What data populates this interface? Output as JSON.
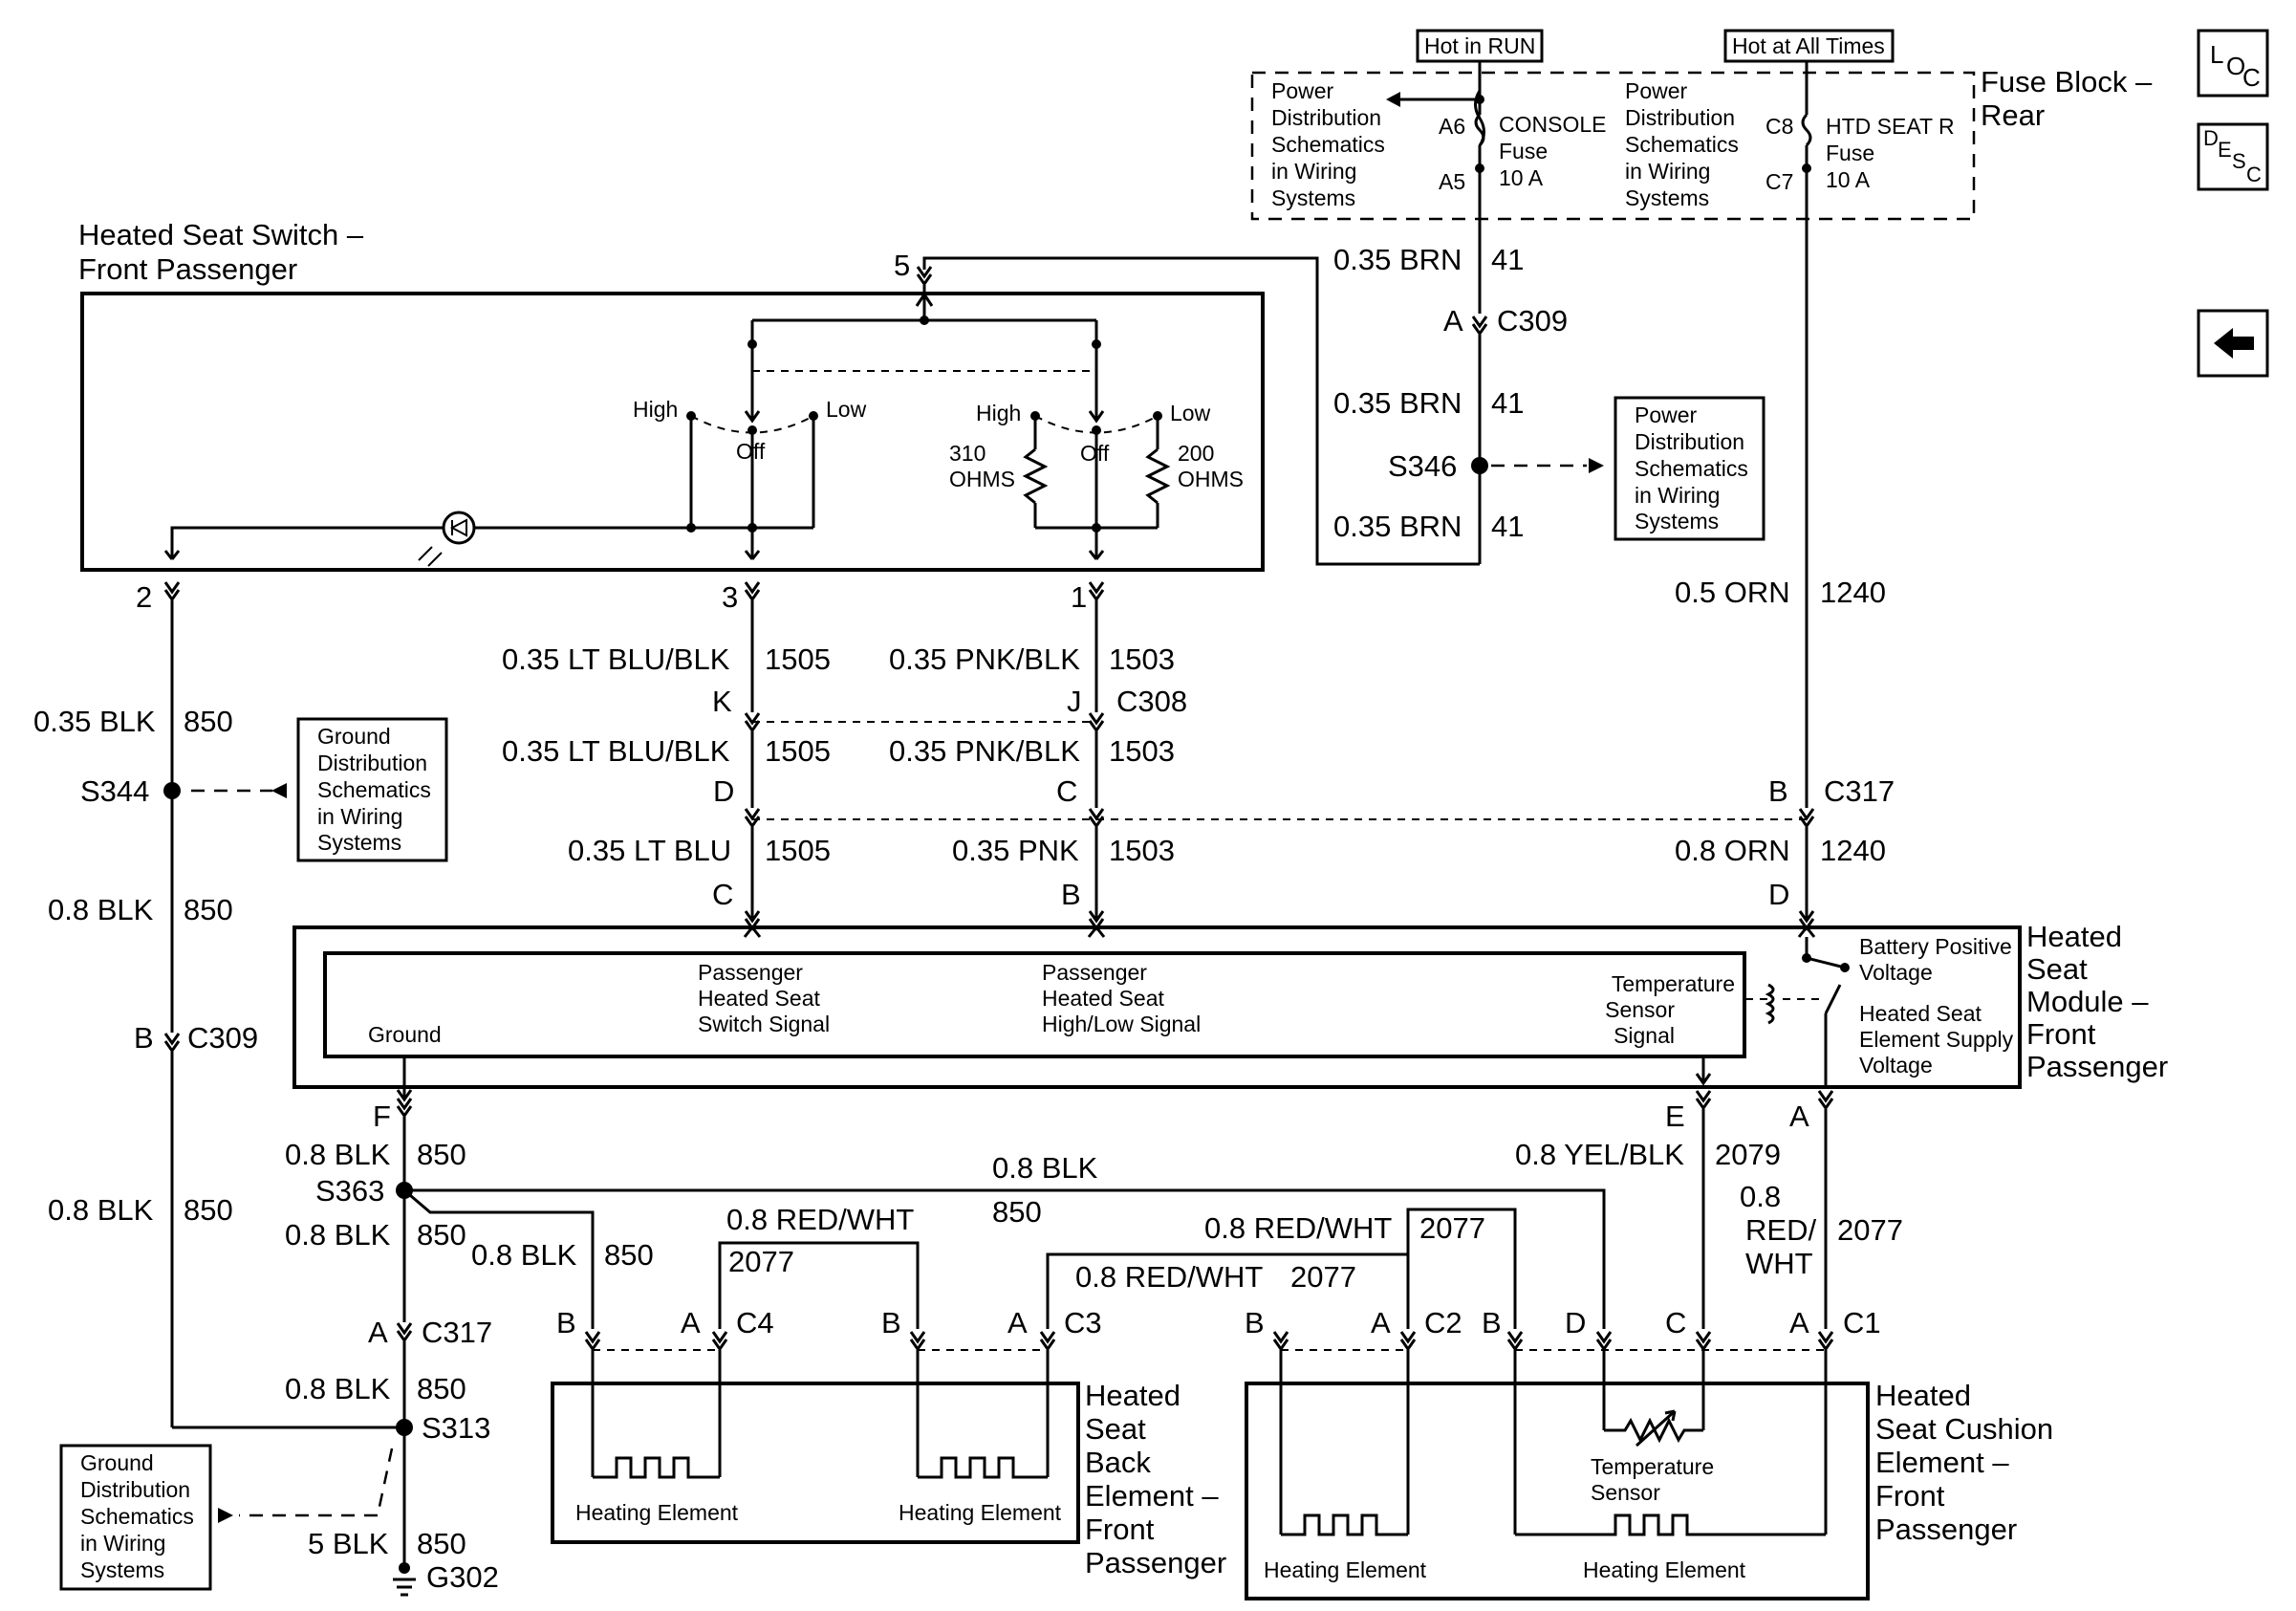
{
  "nav": {
    "loc": [
      "L",
      "O",
      "C"
    ],
    "desc": [
      "D",
      "E",
      "S",
      "C"
    ],
    "back_icon": "left-arrow-icon"
  },
  "fuse_block": {
    "label": [
      "Fuse Block –",
      "Rear"
    ],
    "hot_run": "Hot in RUN",
    "hot_all": "Hot at All Times",
    "console": {
      "pin_top": "A6",
      "pin_bot": "A5",
      "name": "CONSOLE",
      "line2": "Fuse",
      "rating": "10 A"
    },
    "htd": {
      "pin_top": "C8",
      "pin_bot": "C7",
      "name": "HTD SEAT R",
      "line2": "Fuse",
      "rating": "10 A"
    },
    "ref1": [
      "Power",
      "Distribution",
      "Schematics",
      "in Wiring",
      "Systems"
    ],
    "ref2": [
      "Power",
      "Distribution",
      "Schematics",
      "in Wiring",
      "Systems"
    ]
  },
  "switch": {
    "title": [
      "Heated Seat Switch –",
      "Front Passenger"
    ],
    "high": "High",
    "low": "Low",
    "off": "Off",
    "r1": [
      "310",
      "OHMS"
    ],
    "r2": [
      "200",
      "OHMS"
    ],
    "pins": {
      "p5": "5",
      "p2": "2",
      "p3": "3",
      "p1": "1"
    }
  },
  "wires": {
    "brn_a": [
      "0.35 BRN",
      "41"
    ],
    "c309_a": [
      "A",
      "C309"
    ],
    "brn_b": [
      "0.35 BRN",
      "41"
    ],
    "s346": "S346",
    "brn_c": [
      "0.35 BRN",
      "41"
    ],
    "ref_s346": [
      "Power",
      "Distribution",
      "Schematics",
      "in Wiring",
      "Systems"
    ],
    "orn05": [
      "0.5 ORN",
      "1240"
    ],
    "blk035": [
      "0.35 BLK",
      "850"
    ],
    "s344": "S344",
    "ref_s344": [
      "Ground",
      "Distribution",
      "Schematics",
      "in Wiring",
      "Systems"
    ],
    "blk08a": [
      "0.8 BLK",
      "850"
    ],
    "c309_b": [
      "B",
      "C309"
    ],
    "blk08b": [
      "0.8 BLK",
      "850"
    ],
    "ltblublk1": [
      "0.35 LT BLU/BLK",
      "1505"
    ],
    "pnkblk1": [
      "0.35 PNK/BLK",
      "1503"
    ],
    "c308": {
      "k": "K",
      "j": "J",
      "name": "C308"
    },
    "ltblublk2": [
      "0.35 LT BLU/BLK",
      "1505"
    ],
    "pnkblk2": [
      "0.35 PNK/BLK",
      "1503"
    ],
    "c317a": {
      "d": "D",
      "c": "C",
      "b": "B",
      "name": "C317"
    },
    "ltblu": [
      "0.35 LT BLU",
      "1505"
    ],
    "pnk": [
      "0.35 PNK",
      "1503"
    ],
    "orn08": [
      "0.8 ORN",
      "1240"
    ],
    "mod_pins": {
      "c": "C",
      "b": "B",
      "d": "D"
    }
  },
  "module": {
    "title": [
      "Heated",
      "Seat",
      "Module –",
      "Front",
      "Passenger"
    ],
    "ground": "Ground",
    "sig1": [
      "Passenger",
      "Heated Seat",
      "Switch Signal"
    ],
    "sig2": [
      "Passenger",
      "Heated Seat",
      "High/Low Signal"
    ],
    "temp": [
      "Temperature",
      "Sensor",
      "Signal"
    ],
    "batt": [
      "Battery Positive",
      "Voltage"
    ],
    "supply": [
      "Heated Seat",
      "Element Supply",
      "Voltage"
    ],
    "pins": {
      "f": "F",
      "e": "E",
      "a": "A"
    }
  },
  "lower": {
    "blk08c": [
      "0.8 BLK",
      "850"
    ],
    "s363": "S363",
    "blk08_top": [
      "0.8 BLK",
      "850"
    ],
    "blk08d": [
      "0.8 BLK",
      "850"
    ],
    "blk08e": [
      "0.8 BLK",
      "850"
    ],
    "c317b": [
      "A",
      "C317"
    ],
    "blk08f": [
      "0.8 BLK",
      "850"
    ],
    "s313": "S313",
    "blk5": [
      "5 BLK",
      "850"
    ],
    "g302": "G302",
    "ref_g": [
      "Ground",
      "Distribution",
      "Schematics",
      "in Wiring",
      "Systems"
    ],
    "yelblk": [
      "0.8 YEL/BLK",
      "2079"
    ],
    "redwht_mod": [
      "0.8",
      "RED/",
      "WHT",
      "2077"
    ],
    "redwht1": [
      "0.8 RED/WHT",
      "2077"
    ],
    "redwht2": [
      "0.8 RED/WHT",
      "2077"
    ],
    "redwht3": [
      "0.8 RED/WHT",
      "2077"
    ]
  },
  "connectors": {
    "c4": {
      "b": "B",
      "a": "A",
      "name": "C4"
    },
    "c3": {
      "b": "B",
      "a": "A",
      "name": "C3"
    },
    "c2": {
      "b": "B",
      "a": "A",
      "name": "C2"
    },
    "c1": {
      "b": "B",
      "d": "D",
      "c": "C",
      "a": "A",
      "name": "C1"
    }
  },
  "back": {
    "title": [
      "Heated",
      "Seat",
      "Back",
      "Element –",
      "Front",
      "Passenger"
    ],
    "he": "Heating Element"
  },
  "cushion": {
    "title": [
      "Heated",
      "Seat Cushion",
      "Element –",
      "Front",
      "Passenger"
    ],
    "he": "Heating Element",
    "temp": [
      "Temperature",
      "Sensor"
    ]
  }
}
